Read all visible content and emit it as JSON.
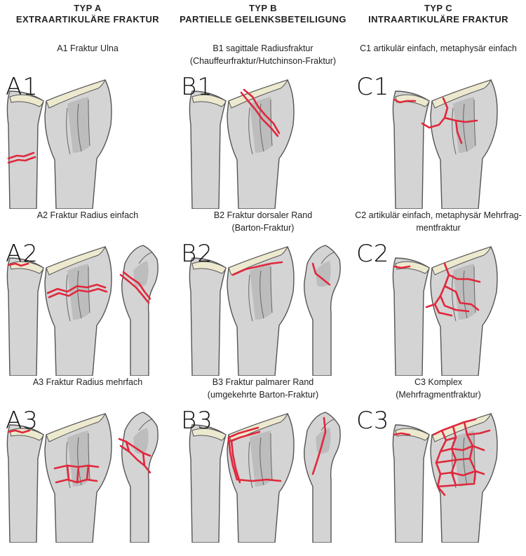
{
  "columns": [
    {
      "type": "TYP A",
      "title": "EXTRAARTIKULÄRE FRAKTUR"
    },
    {
      "type": "TYP B",
      "title": "PARTIELLE GELENKSBETEILIGUNG"
    },
    {
      "type": "TYP C",
      "title": "INTRAARTIKULÄRE FRAKTUR"
    }
  ],
  "cells": [
    {
      "code": "A1",
      "caption": [
        "A1 Fraktur Ulna"
      ]
    },
    {
      "code": "B1",
      "caption": [
        "B1 sagittale Radiusfraktur",
        "(Chauffeurfraktur/Hutchinson-Fraktur)"
      ]
    },
    {
      "code": "C1",
      "caption": [
        "C1 artikulär einfach, metaphysär einfach"
      ]
    },
    {
      "code": "A2",
      "caption": [
        "A2 Fraktur Radius einfach"
      ]
    },
    {
      "code": "B2",
      "caption": [
        "B2 Fraktur dorsaler Rand",
        "(Barton-Fraktur)"
      ]
    },
    {
      "code": "C2",
      "caption": [
        "C2 artikulär einfach, metaphysär Mehrfrag-",
        "mentfraktur"
      ]
    },
    {
      "code": "A3",
      "caption": [
        "A3 Fraktur Radius mehrfach"
      ]
    },
    {
      "code": "B3",
      "caption": [
        "B3 Fraktur palmarer Rand",
        "(umgekehrte Barton-Fraktur)"
      ]
    },
    {
      "code": "C3",
      "caption": [
        "C3 Komplex",
        "(Mehrfragmentfraktur)"
      ]
    }
  ],
  "colors": {
    "fracture": "#e0283c",
    "bone": "#d4d4d4",
    "outline": "#555555",
    "articular": "#ece9cf"
  }
}
